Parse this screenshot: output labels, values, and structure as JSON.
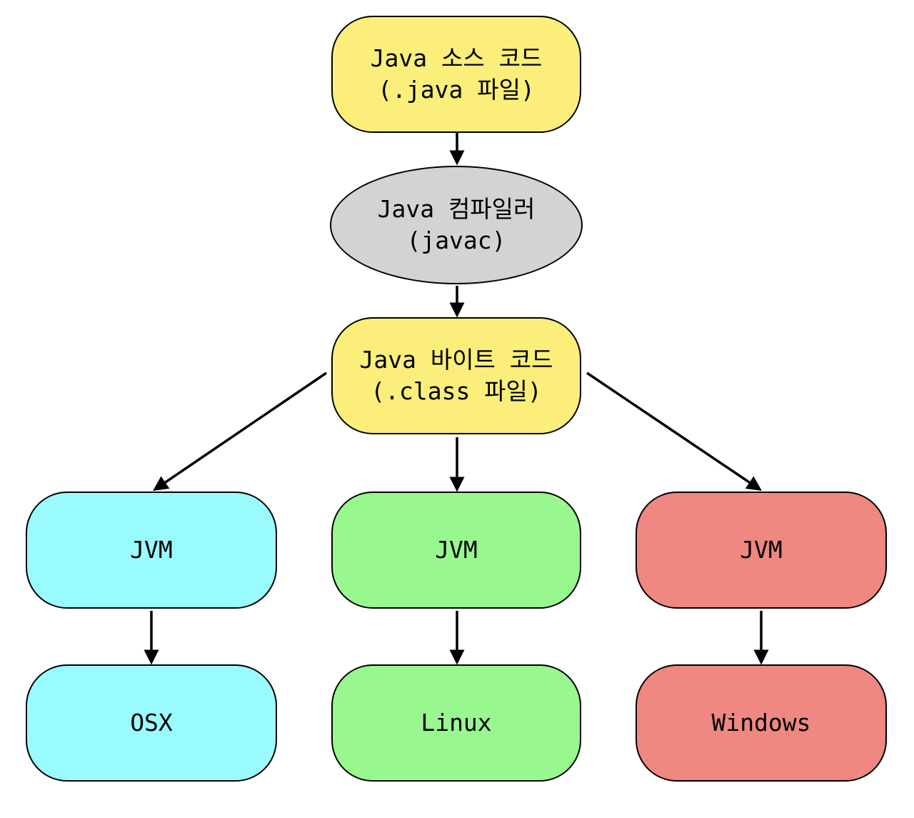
{
  "nodes": {
    "source": {
      "line1": "Java 소스 코드",
      "line2": "(.java 파일)",
      "color": "#fbee7a"
    },
    "compiler": {
      "line1": "Java 컴파일러",
      "line2": "(javac)",
      "color": "#d3d3d5"
    },
    "bytecode": {
      "line1": "Java 바이트 코드",
      "line2": "(.class 파일)",
      "color": "#fbee7a"
    },
    "jvm_osx": {
      "label": "JVM",
      "color": "#99fbfd"
    },
    "jvm_linux": {
      "label": "JVM",
      "color": "#98f78e"
    },
    "jvm_windows": {
      "label": "JVM",
      "color": "#ee8880"
    },
    "osx": {
      "label": "OSX",
      "color": "#99fbfd"
    },
    "linux": {
      "label": "Linux",
      "color": "#98f78e"
    },
    "windows": {
      "label": "Windows",
      "color": "#ee8880"
    }
  },
  "edges": [
    [
      "source",
      "compiler"
    ],
    [
      "compiler",
      "bytecode"
    ],
    [
      "bytecode",
      "jvm_osx"
    ],
    [
      "bytecode",
      "jvm_linux"
    ],
    [
      "bytecode",
      "jvm_windows"
    ],
    [
      "jvm_osx",
      "osx"
    ],
    [
      "jvm_linux",
      "linux"
    ],
    [
      "jvm_windows",
      "windows"
    ]
  ]
}
